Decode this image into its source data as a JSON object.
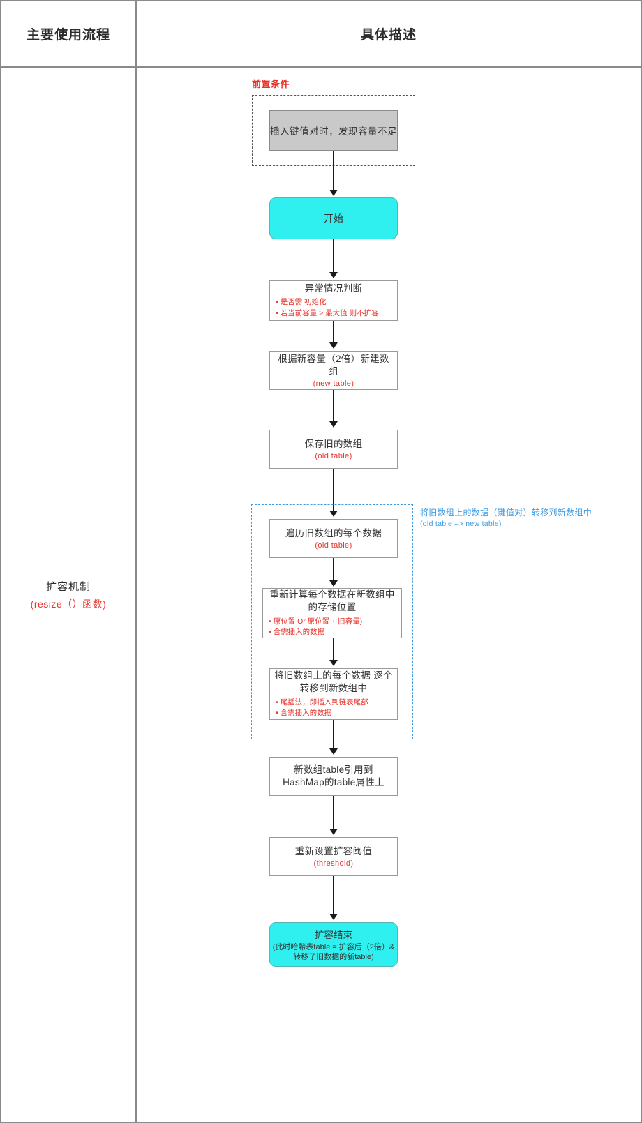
{
  "header": {
    "left": "主要使用流程",
    "right": "具体描述"
  },
  "row": {
    "label_main": "扩容机制",
    "label_sub": "(resize（）函数)"
  },
  "precondition": {
    "title": "前置条件",
    "box": "插入键值对时，发现容量不足"
  },
  "flow": {
    "start": "开始",
    "abnormal": {
      "title": "异常情况判断",
      "bullets": [
        "是否需 初始化",
        "若当前容量 > 最大值 则不扩容"
      ]
    },
    "new_array": {
      "title": "根据新容量（2倍）新建数组",
      "sub": "(new table)"
    },
    "old_array": {
      "title": "保存旧的数组",
      "sub": "(old table)"
    },
    "traverse": {
      "title": "遍历旧数组的每个数据",
      "sub": "(old table)"
    },
    "recalc": {
      "title": "重新计算每个数据在新数组中的存储位置",
      "bullets": [
        "原位置 Or 原位置 + 旧容量)",
        "含需插入的数据"
      ]
    },
    "transfer": {
      "title": "将旧数组上的每个数据 逐个转移到新数组中",
      "bullets": [
        "尾插法，即插入到链表尾部",
        "含需插入的数据"
      ]
    },
    "reference": {
      "title": "新数组table引用到HashMap的table属性上"
    },
    "threshold": {
      "title": "重新设置扩容阈值",
      "sub": "(threshold)"
    },
    "end": {
      "title": "扩容结束",
      "detail": "(此时哈希表table = 扩容后（2倍）& 转移了旧数据的新table)"
    }
  },
  "annotation": {
    "blue_line1": "将旧数组上的数据（键值对）转移到新数组中",
    "blue_line2": "(old table –> new table)"
  },
  "colors": {
    "terminal": "#2ff0ee",
    "precondition_box": "#c9c9c9",
    "red_text": "#e8322a",
    "blue_note": "#3b9ae1",
    "frame": "#8a8a8a"
  }
}
